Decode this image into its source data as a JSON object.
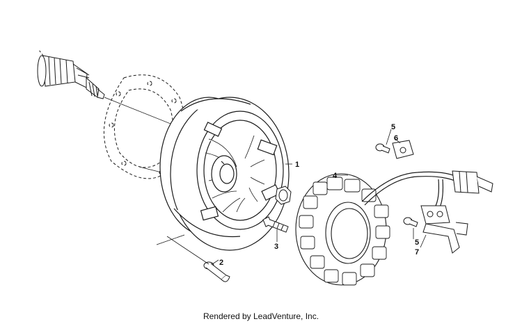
{
  "callouts": {
    "c1": "1",
    "c2": "2",
    "c3": "3",
    "c4": "4",
    "c5a": "5",
    "c6": "6",
    "c5b": "5",
    "c7": "7"
  },
  "footer": {
    "text": "Rendered by LeadVenture, Inc."
  },
  "colors": {
    "line": "#1a1a1a",
    "watermark": "#e6e6e6"
  }
}
